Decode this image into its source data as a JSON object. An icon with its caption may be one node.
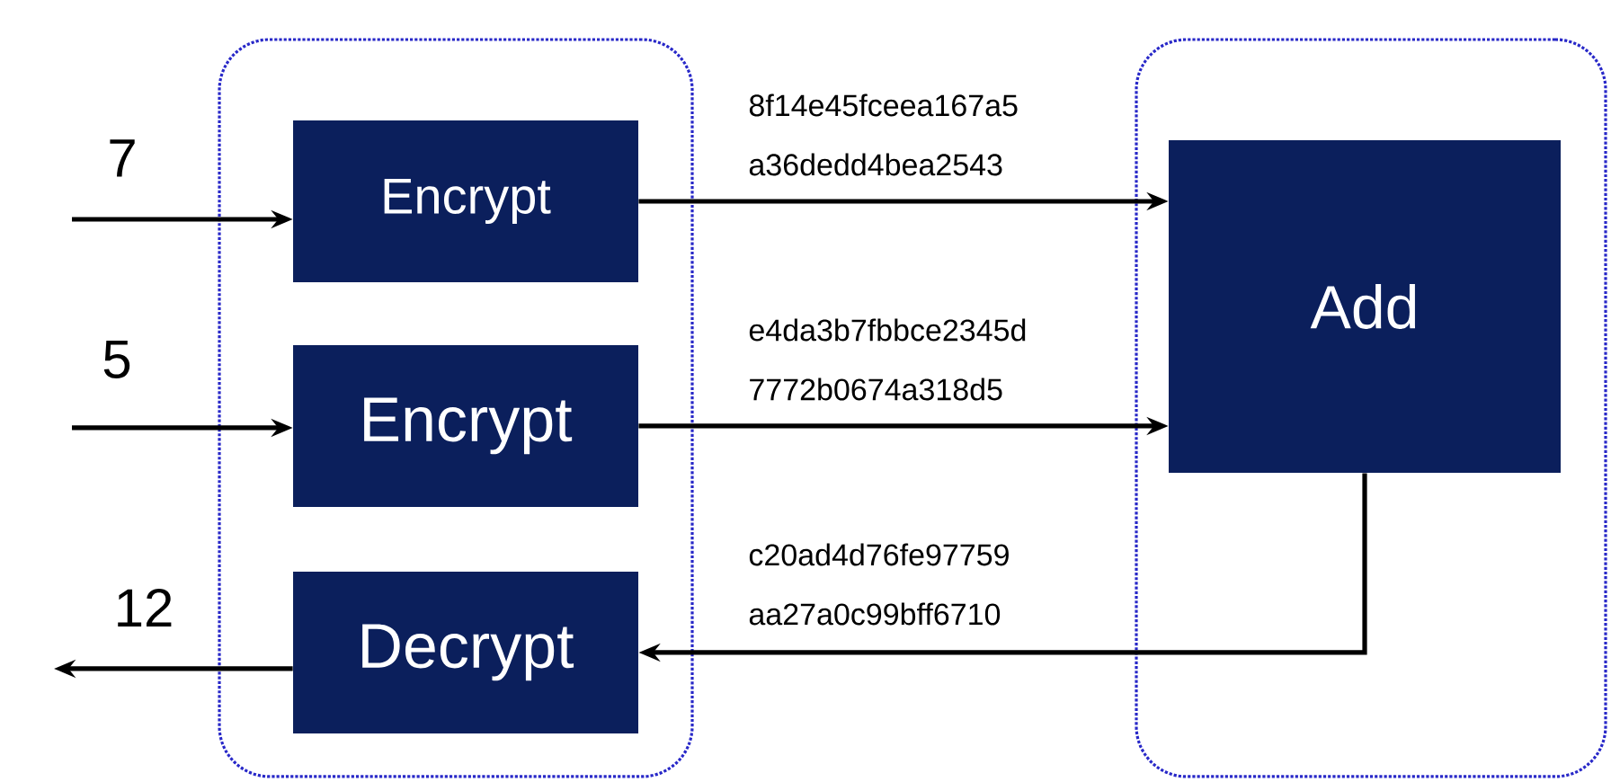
{
  "diagram": {
    "nodes": [
      {
        "text": [],
        "shape": "box"
      },
      {
        "text": [
          "Encrypt"
        ],
        "in": 0
      },
      {
        "text": [
          "Encrypt"
        ],
        "in": 0
      },
      {
        "text": [
          "Decrypt"
        ],
        "in": 0
      },
      {
        "text": [],
        "shape": "box"
      },
      {
        "text": [
          "Add"
        ],
        "in": 4
      }
    ],
    "edges": [
      {
        "from": null,
        "to": 1,
        "arrow": "to",
        "label": "7"
      },
      {
        "from": null,
        "to": 2,
        "arrow": "to",
        "label": "5"
      },
      {
        "from": 3,
        "to": null,
        "arrow": "to",
        "label": "12"
      },
      {
        "from": 1,
        "to": 5,
        "arrow": "to",
        "label": "8f14e45fceea167a5 a36dedd4bea2543"
      },
      {
        "from": 2,
        "to": 5,
        "arrow": "to",
        "label": "e4da3b7fbbce2345d 7772b0674a318d5"
      },
      {
        "from": 5,
        "to": 3,
        "arrow": "to",
        "label": "c20ad4d76fe97759 aa27a0c99bff6710"
      }
    ]
  }
}
